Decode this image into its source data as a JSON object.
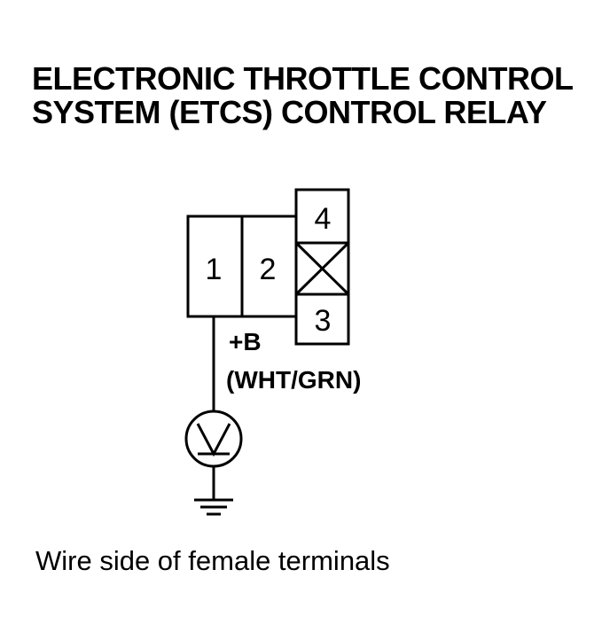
{
  "title": {
    "line1": "ELECTRONIC THROTTLE CONTROL",
    "line2": "SYSTEM (ETCS) CONTROL RELAY"
  },
  "connector": {
    "terminals": [
      "1",
      "2",
      "3",
      "4"
    ]
  },
  "wire": {
    "signal": "+B",
    "color": "(WHT/GRN)"
  },
  "caption": "Wire side of female terminals",
  "colors": {
    "line": "#000000",
    "background": "#ffffff"
  },
  "icons": [
    "voltmeter-icon",
    "ground-icon",
    "blocked-cavity-icon"
  ]
}
